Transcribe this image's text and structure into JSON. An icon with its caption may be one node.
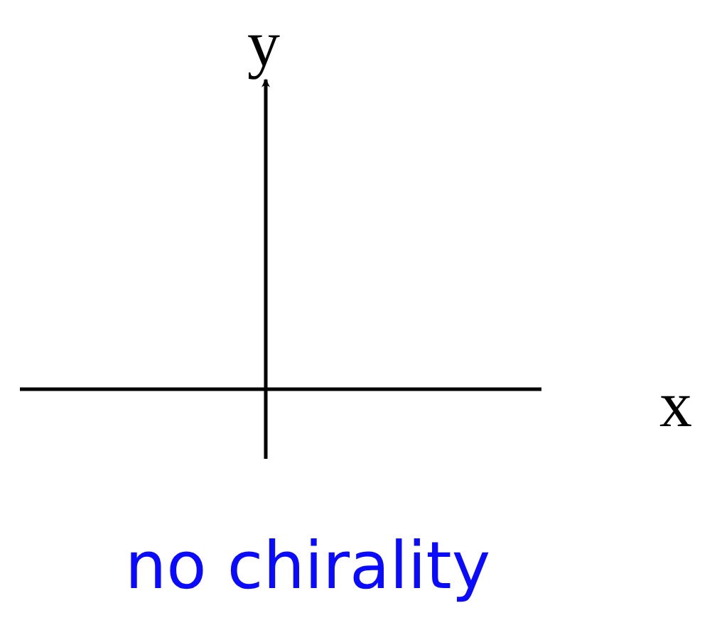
{
  "diagram": {
    "labels": [
      "y",
      "x",
      "no chirality"
    ]
  }
}
